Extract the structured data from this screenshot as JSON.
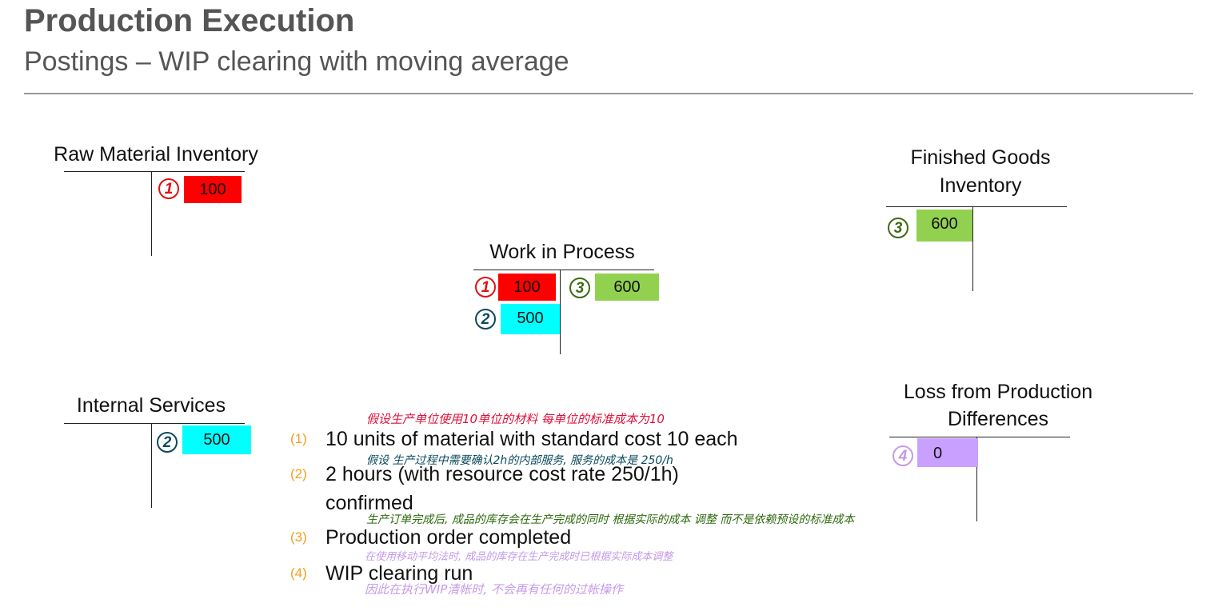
{
  "header": {
    "title": "Production Execution",
    "subtitle": "Postings – WIP clearing with moving average"
  },
  "accounts": {
    "raw_material": {
      "title": "Raw Material Inventory",
      "mark": "1",
      "amount": "100"
    },
    "wip": {
      "title": "Work in Process",
      "debit_1_mark": "1",
      "debit_1_amount": "100",
      "debit_2_mark": "2",
      "debit_2_amount": "500",
      "credit_mark": "3",
      "credit_amount": "600"
    },
    "finished_goods": {
      "title_line1": "Finished Goods",
      "title_line2": "Inventory",
      "mark": "3",
      "amount": "600"
    },
    "internal_services": {
      "title": "Internal Services",
      "mark": "2",
      "amount": "500"
    },
    "loss": {
      "title_line1": "Loss from Production",
      "title_line2": "Differences",
      "mark": "4",
      "amount": "0"
    }
  },
  "steps": [
    {
      "num": "(1)",
      "text": "10 units of material with standard cost 10 each"
    },
    {
      "num": "(2)",
      "text": "2 hours (with resource cost rate 250/1h)",
      "text2": "confirmed"
    },
    {
      "num": "(3)",
      "text": "Production order completed"
    },
    {
      "num": "(4)",
      "text": "WIP clearing run"
    }
  ],
  "notes": {
    "n1": "假设生产单位使用10单位的材料 每单位的标准成本为10",
    "n2": "假设 生产过程中需要确认2h的内部服务, 服务的成本是 250/h",
    "n3": "生产订单完成后, 成品的库存会在生产完成的同时 根据实际的成本 调整 而不是依赖预设的标准成本",
    "n4": "在使用移动平均法时, 成品的库存在生产完成时已根据实际成本调整",
    "n5": "因此在执行WIP清帐时, 不会再有任何的过帐操作"
  },
  "colors": {
    "red": "#ff0000",
    "green": "#92d050",
    "cyan": "#00ffff",
    "purple": "#c9a0ff",
    "step_number": "#f0a020"
  }
}
